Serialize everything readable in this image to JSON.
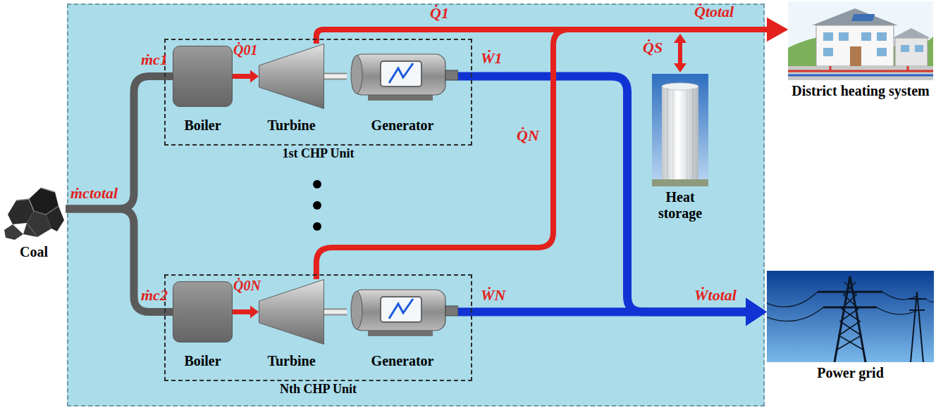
{
  "diagram": {
    "nodes": [
      {
        "text": [
          "Coal"
        ]
      },
      {
        "text": [
          "1st CHP Unit"
        ]
      },
      {
        "text": [
          "Boiler"
        ],
        "in": 1
      },
      {
        "text": [
          "Turbine"
        ],
        "in": 1
      },
      {
        "text": [
          "Generator"
        ],
        "in": 1
      },
      {
        "text": [
          "Nth CHP Unit"
        ]
      },
      {
        "text": [
          "Boiler"
        ],
        "in": 5
      },
      {
        "text": [
          "Turbine"
        ],
        "in": 5
      },
      {
        "text": [
          "Generator"
        ],
        "in": 5
      },
      {
        "text": [
          "Heat storage"
        ]
      },
      {
        "text": [
          "District heating system"
        ]
      },
      {
        "text": [
          "Power grid"
        ]
      }
    ],
    "edges": [
      {
        "from": 0,
        "to": 2,
        "label": "ṁc1",
        "arrow": "none"
      },
      {
        "from": 0,
        "to": 6,
        "label": "ṁc2",
        "arrow": "none"
      },
      {
        "from": 2,
        "to": 3,
        "label": "Q̇01",
        "arrow": "to"
      },
      {
        "from": 3,
        "to": 4,
        "arrow": "none"
      },
      {
        "from": 3,
        "to": 10,
        "label": "Q̇1",
        "arrow": "to"
      },
      {
        "from": 4,
        "to": 11,
        "label": "Ẇ1",
        "arrow": "to"
      },
      {
        "from": 6,
        "to": 7,
        "label": "Q̇0N",
        "arrow": "to"
      },
      {
        "from": 7,
        "to": 8,
        "arrow": "none"
      },
      {
        "from": 7,
        "to": 10,
        "label": "Q̇N",
        "arrow": "to"
      },
      {
        "from": 8,
        "to": 11,
        "label": "ẆN",
        "arrow": "to"
      }
    ],
    "labels": [
      "ṁctotal",
      "Q̇total",
      "Q̇S",
      "Ẇtotal"
    ]
  }
}
